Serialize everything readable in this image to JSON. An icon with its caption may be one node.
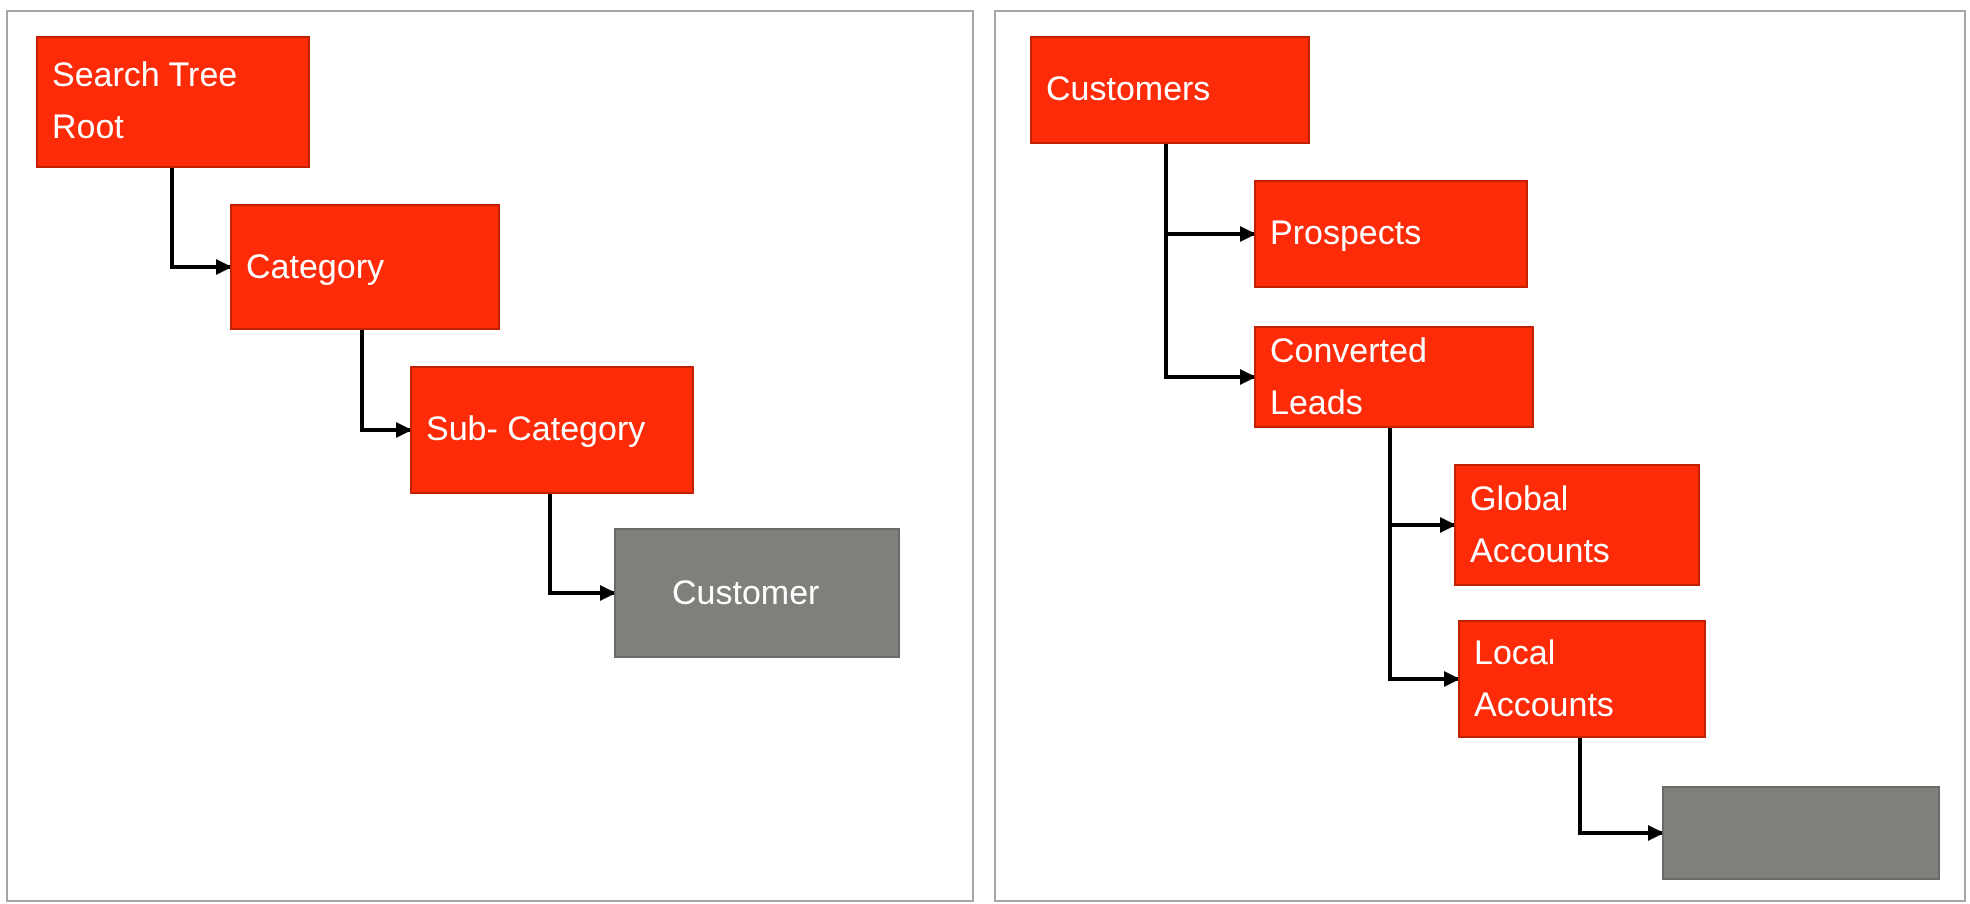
{
  "diagram": {
    "nodes": [
      {
        "text": [],
        "shape": "box"
      },
      {
        "text": [
          "Search Tree Root"
        ],
        "in": 0
      },
      {
        "text": [
          "Category"
        ],
        "in": 0
      },
      {
        "text": [
          "Sub- Category"
        ],
        "in": 0
      },
      {
        "text": [
          "Customer"
        ],
        "in": 0
      },
      {
        "text": [],
        "shape": "box"
      },
      {
        "text": [
          "Customers"
        ],
        "in": 5
      },
      {
        "text": [
          "Prospects"
        ],
        "in": 5
      },
      {
        "text": [
          "Converted Leads"
        ],
        "in": 5
      },
      {
        "text": [
          "Global Accounts"
        ],
        "in": 5
      },
      {
        "text": [
          "Local Accounts"
        ],
        "in": 5
      },
      {
        "text": [],
        "shape": "box",
        "in": 5
      }
    ],
    "edges": [
      {
        "from": 1,
        "to": 2,
        "arrow": "to"
      },
      {
        "from": 2,
        "to": 3,
        "arrow": "to"
      },
      {
        "from": 3,
        "to": 4,
        "arrow": "to"
      },
      {
        "from": 6,
        "to": 7,
        "arrow": "to"
      },
      {
        "from": 6,
        "to": 8,
        "arrow": "to"
      },
      {
        "from": 8,
        "to": 9,
        "arrow": "to"
      },
      {
        "from": 8,
        "to": 10,
        "arrow": "to"
      },
      {
        "from": 10,
        "to": 11,
        "arrow": "to"
      }
    ]
  }
}
